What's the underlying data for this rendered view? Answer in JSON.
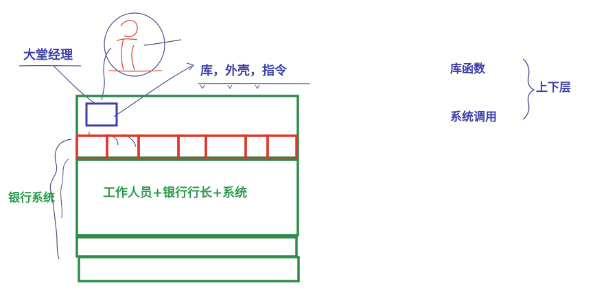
{
  "labels": {
    "lobby_manager": "大堂经理",
    "library_shell_instruction": "库，外壳，指令",
    "library_function": "库函数",
    "system_call": "系统调用",
    "upper_lower_layer": "上下层",
    "bank_system": "银行系统",
    "staff_manager_system": "工作人员+银行行长+系统"
  },
  "colors": {
    "green": "#2e8b4a",
    "red": "#e0362c",
    "blue": "#3b3fa8",
    "label_green": "#2e9a4e"
  }
}
